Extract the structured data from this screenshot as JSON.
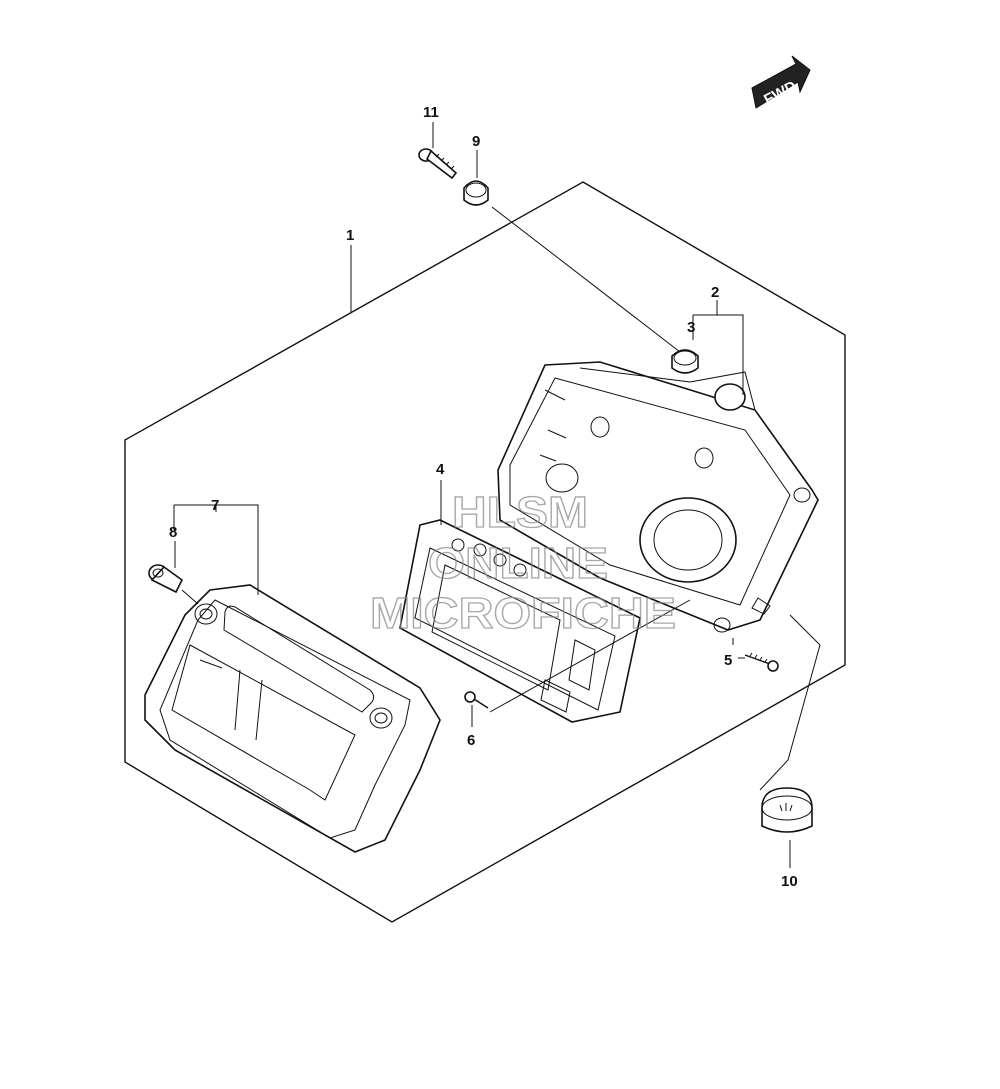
{
  "diagram": {
    "direction_label": "FWD",
    "callouts": [
      {
        "id": "1",
        "label": "1"
      },
      {
        "id": "2",
        "label": "2"
      },
      {
        "id": "3",
        "label": "3"
      },
      {
        "id": "4",
        "label": "4"
      },
      {
        "id": "5",
        "label": "5"
      },
      {
        "id": "6",
        "label": "6"
      },
      {
        "id": "7",
        "label": "7"
      },
      {
        "id": "8",
        "label": "8"
      },
      {
        "id": "9",
        "label": "9"
      },
      {
        "id": "10",
        "label": "10"
      },
      {
        "id": "11",
        "label": "11"
      }
    ],
    "watermark": {
      "line1": "HLSM",
      "line2": "ONLINE",
      "line3": "MICROFICHE"
    }
  }
}
